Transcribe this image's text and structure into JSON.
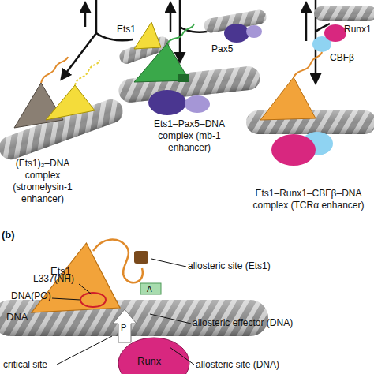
{
  "diagram": {
    "nodes": [
      {
        "text": [
          "Ets1"
        ]
      },
      {
        "text": [
          "DNA"
        ]
      },
      {
        "text": [
          "Runx"
        ]
      }
    ],
    "labels": [
      "Ets1",
      "Pax5",
      "Runx1",
      "CBFβ",
      "(Ets1)₂–DNA complex (stromelysin-1 enhancer)",
      "Ets1–Pax5–DNA complex (mb-1 enhancer)",
      "Ets1–Runx1–CBFβ–DNA complex (TCRα enhancer)",
      "(b)",
      "L337(NH)",
      "DNA(PO)",
      "allosteric site (Ets1)",
      "allosteric effector (DNA)",
      "critical site",
      "allosteric site (DNA)",
      "A",
      "P"
    ]
  }
}
